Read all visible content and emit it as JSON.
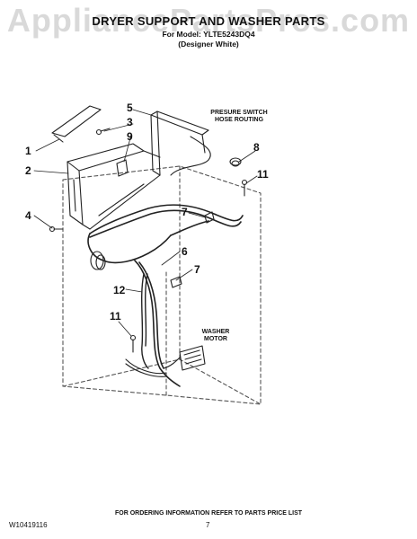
{
  "header": {
    "watermark": "AppliancePartsPros.com",
    "title": "DRYER SUPPORT AND WASHER PARTS",
    "model_line": "For Model: YLTE5243DQ4",
    "color_line": "(Designer White)"
  },
  "callouts": {
    "c1": "1",
    "c2": "2",
    "c3": "3",
    "c4": "4",
    "c5": "5",
    "c6": "6",
    "c7a": "7",
    "c7b": "7",
    "c8": "8",
    "c9": "9",
    "c11a": "11",
    "c11b": "11",
    "c12": "12"
  },
  "notes": {
    "pressure_switch": "PRESURE SWITCH\nHOSE ROUTING",
    "washer_motor": "WASHER\nMOTOR"
  },
  "footer": {
    "ordering_note": "FOR ORDERING INFORMATION REFER TO PARTS PRICE LIST",
    "doc_code": "W10419116",
    "page_number": "7"
  }
}
